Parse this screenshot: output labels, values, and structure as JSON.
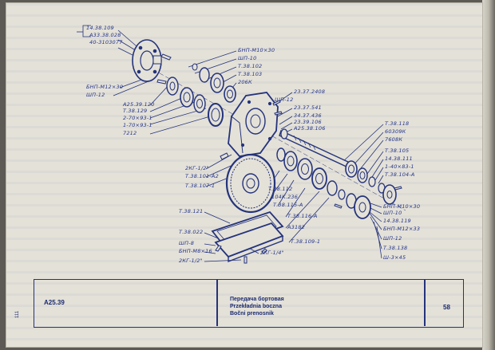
{
  "labels": {
    "l1": "14.38.109",
    "l2": "А33.38.028",
    "l3": "40-3103077",
    "l4": "БНП-М12×30",
    "l5": "ШП-12",
    "l6": "А25.39.120",
    "l7": "Т.38.129",
    "l8": "2-70×93-1",
    "l9": "1-70×93-1",
    "l10": "7212",
    "l11": "БНП-М10×30",
    "l12": "ШП-10",
    "l13": "Т.38.102",
    "l14": "Т.38.103",
    "l15": "206К",
    "l16": "23.37.2408",
    "l17": "ШП-12",
    "l18": "23.37.541",
    "l19": "34.37.436",
    "l20": "23.39.106",
    "l21": "А25.38.106",
    "l22": "2КГ-1/2\"",
    "l23": "Т.38.101-А2",
    "l24": "Т.38.107-1",
    "l25": "Т.38.118",
    "l26": "60309К",
    "l27": "7608К",
    "l28": "Т.38.105",
    "l29": "14.38.111",
    "l30": "1-40×83-1",
    "l31": "Т.38.104-А",
    "l32": "Т.38.112",
    "l33": "104К.236",
    "l34": "Т.38.115-А",
    "l35": "Т.38.116-А",
    "l36": "А3182",
    "l37": "Т.38.109-1",
    "l38": "2КГ-1/4\"",
    "l39": "БНП-М10×30",
    "l40": "ШП-10",
    "l41": "14.38.119",
    "l42": "БНП-М12×33",
    "l43": "ШП-12",
    "l44": "Т.38.138",
    "l45": "Ш-3×45",
    "l46": "Т.38.121",
    "l47": "Т.38.022",
    "l48": "ШП-8",
    "l49": "БНП-М8×16",
    "l50": "2КГ-1/2\""
  },
  "footer": {
    "code": "А25.39",
    "title_ru": "Передача бортовая",
    "title_pl": "Przekładnia boczna",
    "title_sr": "Bočni prenosnik",
    "page": "58",
    "side_mark": "111"
  },
  "colors": {
    "ink": "#24337c",
    "paper": "#e4e1d8"
  }
}
